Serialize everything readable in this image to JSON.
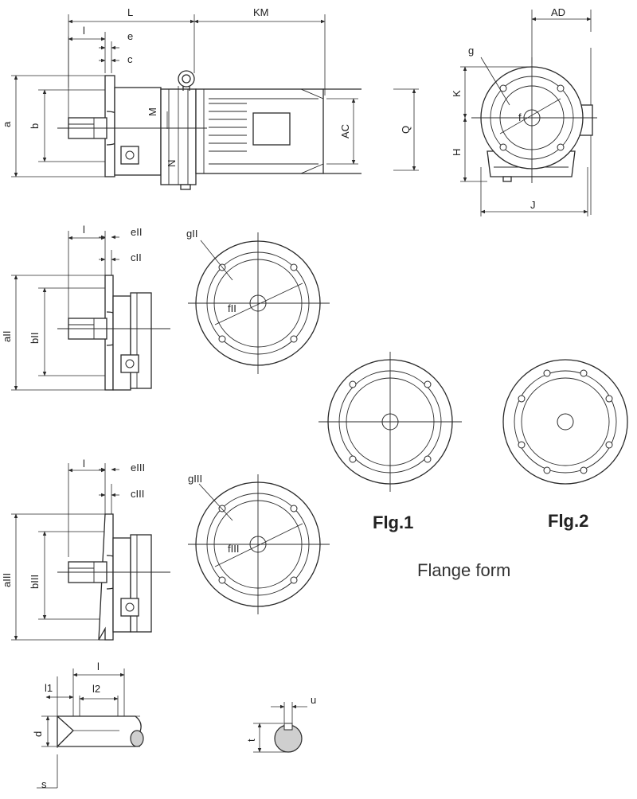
{
  "labels": {
    "L": "L",
    "KM": "KM",
    "AD": "AD",
    "l": "l",
    "e": "e",
    "c": "c",
    "a": "a",
    "b": "b",
    "M": "M",
    "N": "N",
    "AC": "AC",
    "Q": "Q",
    "g": "g",
    "K": "K",
    "H": "H",
    "J": "J",
    "f": "f",
    "eII": "eII",
    "cII": "cII",
    "aII": "aII",
    "bII": "bII",
    "gII": "gII",
    "fII": "fII",
    "eIII": "eIII",
    "cIII": "cIII",
    "aIII": "aIII",
    "bIII": "bIII",
    "gIII": "gIII",
    "fIII": "fIII",
    "l1": "l1",
    "l2": "l2",
    "d": "d",
    "s": "s",
    "u": "u",
    "t": "t"
  },
  "fig1": "Flg.1",
  "fig2": "Flg.2",
  "caption": "Flange form"
}
